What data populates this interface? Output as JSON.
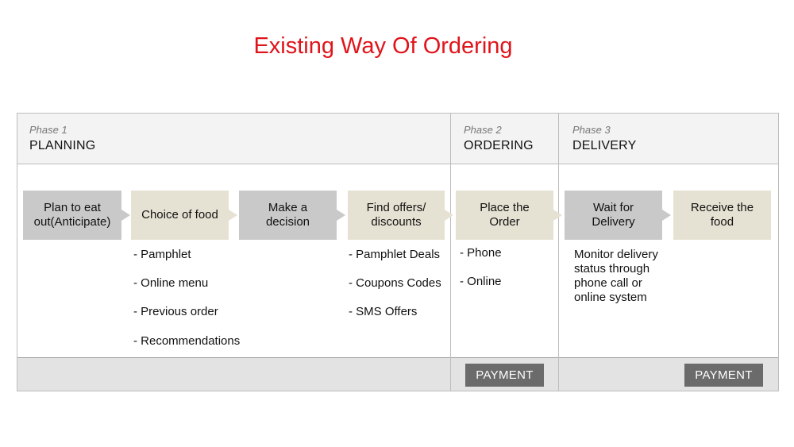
{
  "title": "Existing Way Of Ordering",
  "phases": [
    {
      "number": "Phase 1",
      "name": "PLANNING"
    },
    {
      "number": "Phase 2",
      "name": "ORDERING"
    },
    {
      "number": "Phase 3",
      "name": "DELIVERY"
    }
  ],
  "steps": [
    {
      "label": "Plan to eat out(Anticipate)"
    },
    {
      "label": "Choice of food"
    },
    {
      "label": "Make a decision"
    },
    {
      "label": "Find offers/ discounts"
    },
    {
      "label": "Place the Order"
    },
    {
      "label": "Wait for Delivery"
    },
    {
      "label": "Receive the food"
    }
  ],
  "choice_items": [
    "- Pamphlet",
    "- Online menu",
    "- Previous order",
    "- Recommendations"
  ],
  "offer_items": [
    "- Pamphlet Deals",
    "- Coupons Codes",
    "- SMS Offers"
  ],
  "order_items": [
    "- Phone",
    "- Online"
  ],
  "delivery_note": "Monitor delivery status through phone call or online system",
  "payment_label": "PAYMENT",
  "colors": {
    "title": "#e0141b",
    "step_gray": "#c9c9c9",
    "step_beige": "#e6e2d3",
    "payment_bg": "#6b6b6b"
  }
}
